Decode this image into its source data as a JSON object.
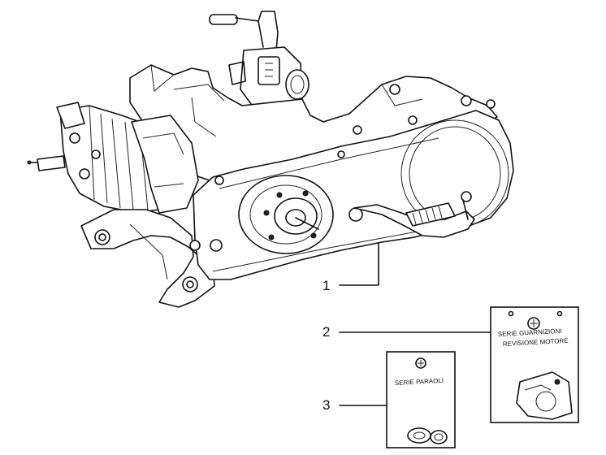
{
  "callouts": [
    {
      "number": "1"
    },
    {
      "number": "2"
    },
    {
      "number": "3"
    }
  ],
  "kits": {
    "gasket_kit_line1": "SERIE GUARNIZIONI",
    "gasket_kit_line2": "REVISIONE MOTORE",
    "oil_seal_kit": "SERIE PARAOLI"
  }
}
